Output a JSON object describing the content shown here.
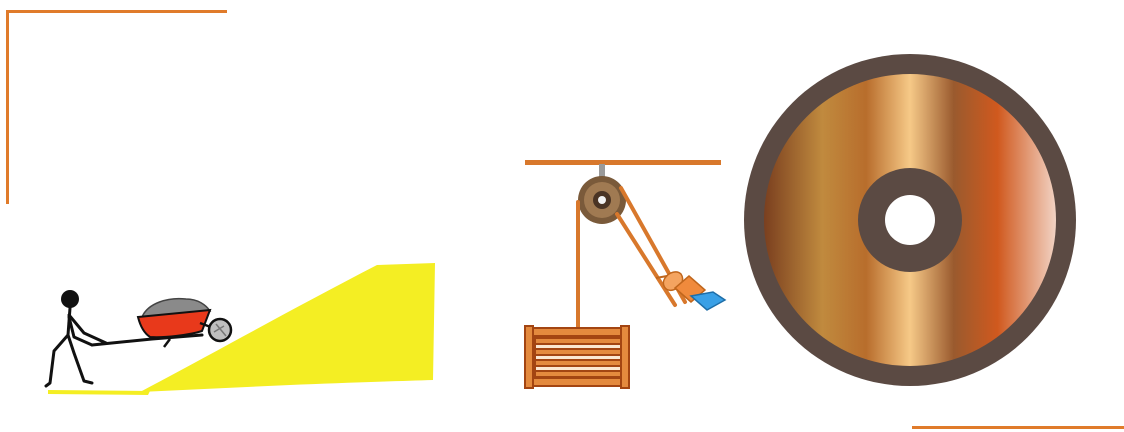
{
  "theme": {
    "accent": "#e07b2a",
    "ramp": "#f4ee23",
    "wheelbarrow_tray": "#e8391b",
    "load": "#8a8a8a",
    "rope": "#d8782c",
    "pulley_wheel": "#7a5a3a",
    "wheel_rim": "#5b4a43",
    "bronze_dark": "#7a3f1f",
    "bronze_light": "#f6c987"
  },
  "scenes": [
    {
      "id": "inclined-plane",
      "icon": "person-pushing-wheelbarrow-up-ramp-icon"
    },
    {
      "id": "pulley",
      "icon": "pulley-lifting-crate-icon"
    },
    {
      "id": "wheel-and-axle",
      "icon": "wheel-and-axle-icon"
    }
  ]
}
